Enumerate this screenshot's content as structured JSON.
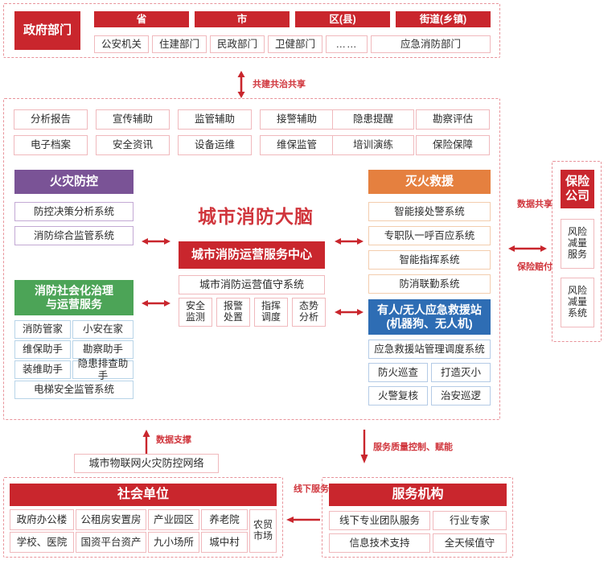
{
  "diagram": {
    "title": "城市消防大脑",
    "colors": {
      "red": "#c9262d",
      "purple": "#7a5396",
      "green": "#4ca457",
      "orange": "#e5803f",
      "blue": "#2e6db4",
      "dashed_border": "#e8939a"
    }
  },
  "government": {
    "label": "政府部门",
    "levels": [
      "省",
      "市",
      "区(县)",
      "街道(乡镇)"
    ],
    "departments": [
      "公安机关",
      "住建部门",
      "民政部门",
      "卫健部门",
      "……",
      "应急消防部门"
    ]
  },
  "connectors": {
    "gov_to_platform": "共建共治共享",
    "insurance_top": "数据共享",
    "insurance_bottom": "保险赔付",
    "data_support": "数据支撑",
    "service_quality": "服务质量控制、赋能",
    "offline_service": "线下服务"
  },
  "capabilities": {
    "row1": [
      "分析报告",
      "宣传辅助",
      "监管辅助",
      "接警辅助",
      "隐患提醒",
      "勘察评估"
    ],
    "row2": [
      "电子档案",
      "安全资讯",
      "设备运维",
      "维保监管",
      "培训演练",
      "保险保障"
    ]
  },
  "fire_prevention": {
    "head": "火灾防控",
    "items": [
      "防控决策分析系统",
      "消防综合监管系统"
    ]
  },
  "social_governance": {
    "head": "消防社会化治理\n与运营服务",
    "head_line1": "消防社会化治理",
    "head_line2": "与运营服务",
    "pairs": [
      [
        "消防管家",
        "小安在家"
      ],
      [
        "维保助手",
        "勘察助手"
      ],
      [
        "装维助手",
        "隐患排查助手"
      ]
    ],
    "full_width": "电梯安全监管系统"
  },
  "center": {
    "brain_title": "城市消防大脑",
    "service_center": "城市消防运营服务中心",
    "duty_system": "城市消防运营值守系统",
    "functions": [
      {
        "line1": "安全",
        "line2": "监测"
      },
      {
        "line1": "报警",
        "line2": "处置"
      },
      {
        "line1": "指挥",
        "line2": "调度"
      },
      {
        "line1": "态势",
        "line2": "分析"
      }
    ]
  },
  "fire_fighting": {
    "head": "灭火救援",
    "items": [
      "智能接处警系统",
      "专职队一呼百应系统",
      "智能指挥系统",
      "防消联勤系统"
    ]
  },
  "rescue_station": {
    "head_line1": "有人/无人应急救援站",
    "head_line2": "(机器狗、无人机)",
    "full_width": "应急救援站管理调度系统",
    "pairs": [
      [
        "防火巡查",
        "打造灭小"
      ],
      [
        "火警复核",
        "治安巡逻"
      ]
    ]
  },
  "insurance": {
    "head_line1": "保险",
    "head_line2": "公司",
    "items": [
      {
        "l1": "风险",
        "l2": "减量",
        "l3": "服务"
      },
      {
        "l1": "风险",
        "l2": "减量",
        "l3": "系统"
      }
    ]
  },
  "iot_network": {
    "label": "城市物联网火灾防控网络"
  },
  "social_units": {
    "head": "社会单位",
    "row1": [
      "政府办公楼",
      "公租房安置房",
      "产业园区",
      "养老院"
    ],
    "row2": [
      "学校、医院",
      "国资平台资产",
      "九小场所",
      "城中村"
    ],
    "tall": {
      "l1": "农贸",
      "l2": "市场"
    }
  },
  "service_org": {
    "head": "服务机构",
    "row1": [
      "线下专业团队服务",
      "行业专家"
    ],
    "row2": [
      "信息技术支持",
      "全天候值守"
    ]
  }
}
